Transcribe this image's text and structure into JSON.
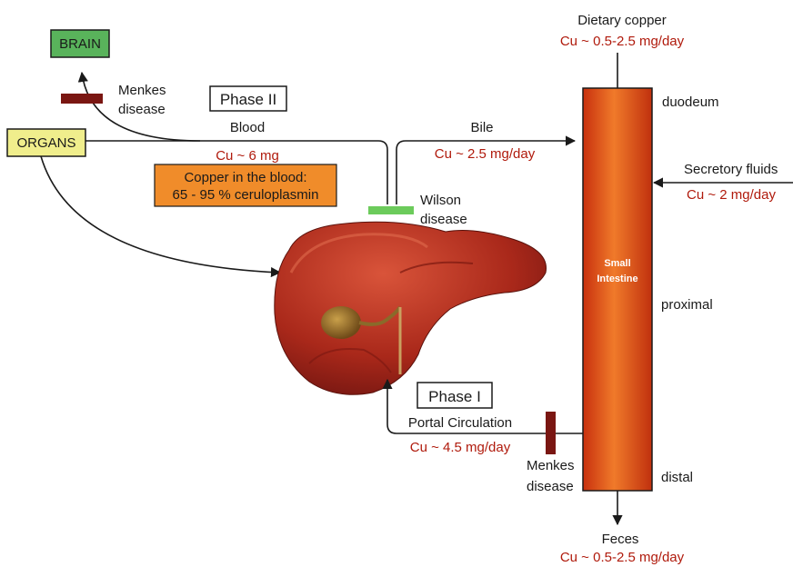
{
  "diagram": {
    "brain": "BRAIN",
    "organs": "ORGANS",
    "menkes_top_1": "Menkes",
    "menkes_top_2": "disease",
    "phase2": "Phase II",
    "blood": "Blood",
    "blood_cu": "Cu ~ 6 mg",
    "copper_blood_1": "Copper in the blood:",
    "copper_blood_2": "65 - 95 % ceruloplasmin",
    "bile": "Bile",
    "bile_cu": "Cu ~ 2.5 mg/day",
    "wilson_1": "Wilson",
    "wilson_2": "disease",
    "dietary": "Dietary copper",
    "dietary_cu": "Cu ~ 0.5-2.5 mg/day",
    "duodenum": "duodeum",
    "secretory": "Secretory fluids",
    "secretory_cu": "Cu ~ 2 mg/day",
    "small_intestine_1": "Small",
    "small_intestine_2": "Intestine",
    "proximal": "proximal",
    "phase1": "Phase I",
    "portal": "Portal Circulation",
    "portal_cu": "Cu ~ 4.5 mg/day",
    "menkes_bottom_1": "Menkes",
    "menkes_bottom_2": "disease",
    "distal": "distal",
    "feces": "Feces",
    "feces_cu": "Cu ~ 0.5-2.5 mg/day"
  },
  "colors": {
    "brain_box": "#59b35b",
    "organs_box": "#f0ee8c",
    "copper_box": "#f08c2a",
    "menkes_bar": "#7a1612",
    "wilson_bar": "#6ccb5b",
    "intestine": "#e8591c",
    "liver": "#a9281a",
    "label_red": "#b01a0c"
  }
}
